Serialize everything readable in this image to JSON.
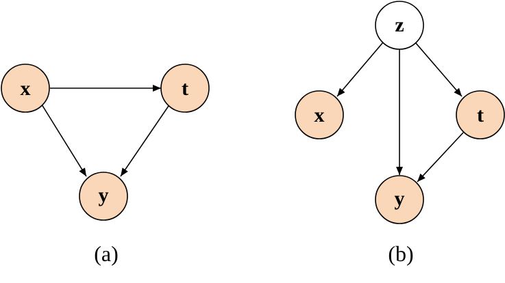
{
  "colors": {
    "observed_fill": "#fad7b8",
    "latent_fill": "#ffffff",
    "stroke": "#000000"
  },
  "diagram_a": {
    "caption": "(a)",
    "nodes": {
      "x": {
        "label": "x",
        "observed": true
      },
      "t": {
        "label": "t",
        "observed": true
      },
      "y": {
        "label": "y",
        "observed": true
      }
    },
    "edges": [
      {
        "from": "x",
        "to": "t"
      },
      {
        "from": "x",
        "to": "y"
      },
      {
        "from": "t",
        "to": "y"
      }
    ]
  },
  "diagram_b": {
    "caption": "(b)",
    "nodes": {
      "z": {
        "label": "z",
        "observed": false
      },
      "x": {
        "label": "x",
        "observed": true
      },
      "t": {
        "label": "t",
        "observed": true
      },
      "y": {
        "label": "y",
        "observed": true
      }
    },
    "edges": [
      {
        "from": "z",
        "to": "x"
      },
      {
        "from": "z",
        "to": "y"
      },
      {
        "from": "z",
        "to": "t"
      },
      {
        "from": "t",
        "to": "y"
      }
    ]
  }
}
